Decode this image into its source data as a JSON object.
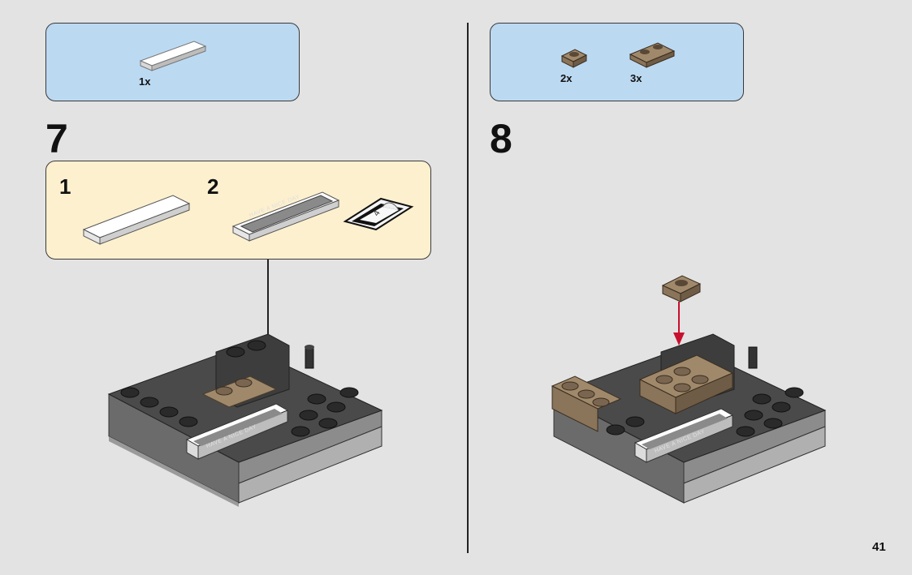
{
  "steps": [
    {
      "number": "7",
      "parts": [
        {
          "name": "white-tile-1x4",
          "qty": "1x"
        }
      ],
      "substeps": [
        {
          "number": "1"
        },
        {
          "number": "2"
        }
      ],
      "sticker_text": "HAVE A NICE DAY",
      "sticker_number": "4"
    },
    {
      "number": "8",
      "parts": [
        {
          "name": "tan-plate-1x1",
          "qty": "2x"
        },
        {
          "name": "tan-plate-1x2",
          "qty": "3x"
        }
      ],
      "sticker_text": "HAVE A NICE DAY"
    }
  ],
  "page_number": "41",
  "colors": {
    "parts_box": "#bcd9f2",
    "substep_box": "#fdf0cf",
    "background": "#e3e3e3",
    "arrow_red": "#c8102e"
  }
}
